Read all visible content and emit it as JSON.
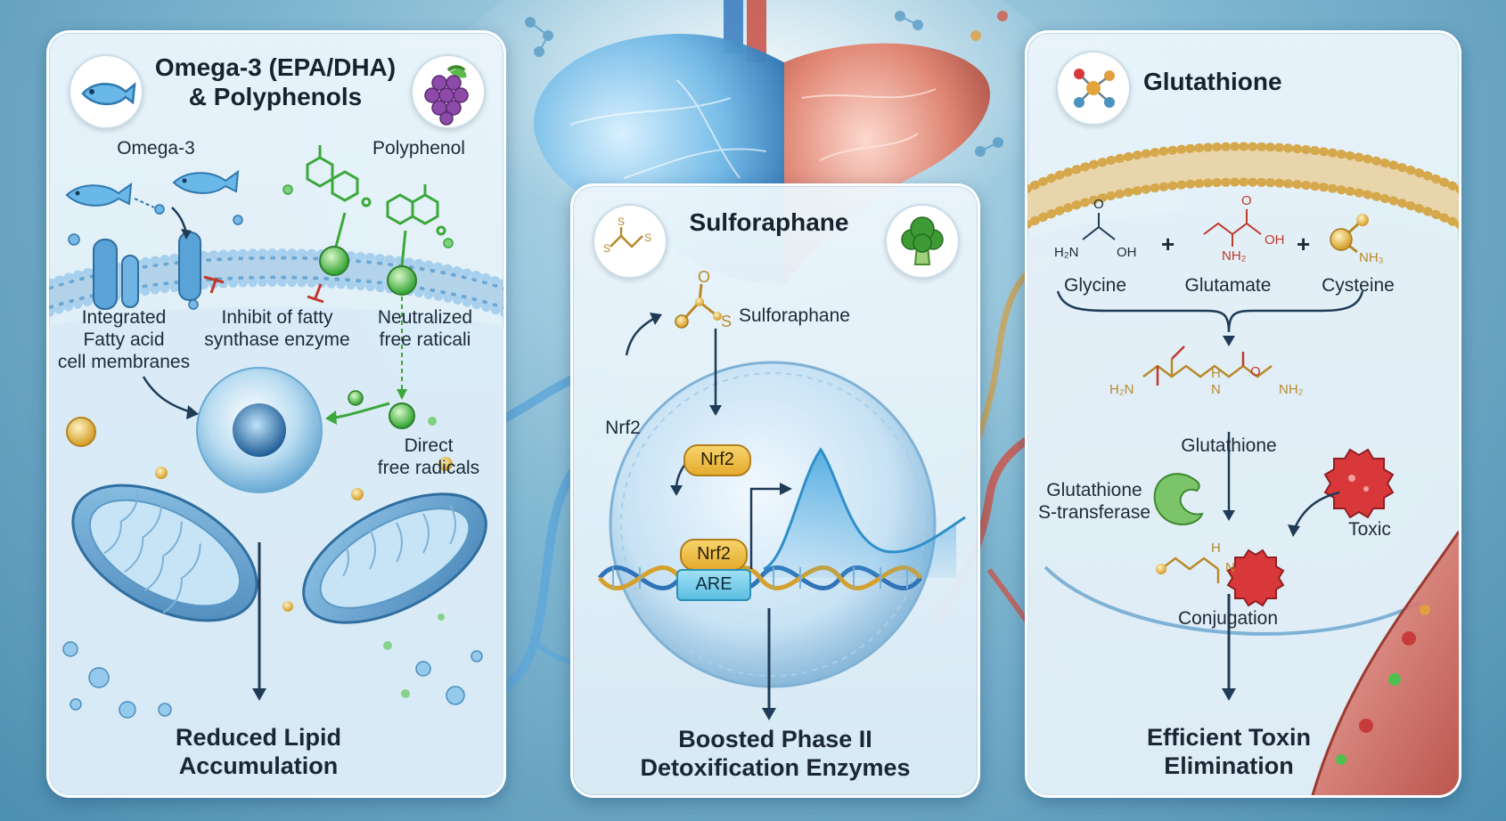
{
  "left_panel": {
    "title_line1": "Omega-3 (EPA/DHA)",
    "title_line2": "& Polyphenols",
    "label_omega3": "Omega-3",
    "label_polyphenol": "Polyphenol",
    "label_integrated_line1": "Integrated",
    "label_integrated_line2": "Fatty acid",
    "label_integrated_line3": "cell membranes",
    "label_inhibit_line1": "Inhibit of fatty",
    "label_inhibit_line2": "synthase enzyme",
    "label_neutralized_line1": "Neutralized",
    "label_neutralized_line2": "free raticali",
    "label_direct_line1": "Direct",
    "label_direct_line2": "free radicals",
    "outcome_line1": "Reduced Lipid",
    "outcome_line2": "Accumulation"
  },
  "middle_panel": {
    "title": "Sulforaphane",
    "label_sulforaphane": "Sulforaphane",
    "label_nrf2_outside": "Nrf2",
    "pill_nrf2_top": "Nrf2",
    "pill_nrf2_dna": "Nrf2",
    "label_are": "ARE",
    "outcome_line1": "Boosted Phase II",
    "outcome_line2": "Detoxification Enzymes"
  },
  "right_panel": {
    "title": "Glutathione",
    "label_glycine": "Glycine",
    "label_glutamate": "Glutamate",
    "label_cysteine": "Cysteine",
    "formula_h2n": "H₂N",
    "formula_oh": "OH",
    "formula_nh2": "NH₂",
    "formula_nh3": "NH₃",
    "formula_o": "O",
    "formula_h": "H",
    "formula_n": "N",
    "plus": "+",
    "label_glutathione": "Glutathione",
    "label_gst_line1": "Glutathione",
    "label_gst_line2": "S-transferase",
    "label_toxic": "Toxic",
    "label_conjugation": "Conjugation",
    "outcome_line1": "Efficient Toxin",
    "outcome_line2": "Elimination"
  },
  "colors": {
    "arrow": "#1f3b57",
    "inhibit": "#c0392b",
    "polyphenol_green": "#3aa83a",
    "nrf2_gold": "#e8b33a",
    "liver_blue": "#3d8fcf",
    "liver_red": "#d65a4a"
  },
  "icons": [
    "fish-icon",
    "grapes-icon",
    "sulfur-molecule-icon",
    "broccoli-icon",
    "molecule-icon",
    "toxin-icon",
    "enzyme-icon",
    "dna-icon",
    "liver-icon",
    "mitochondria-icon"
  ]
}
